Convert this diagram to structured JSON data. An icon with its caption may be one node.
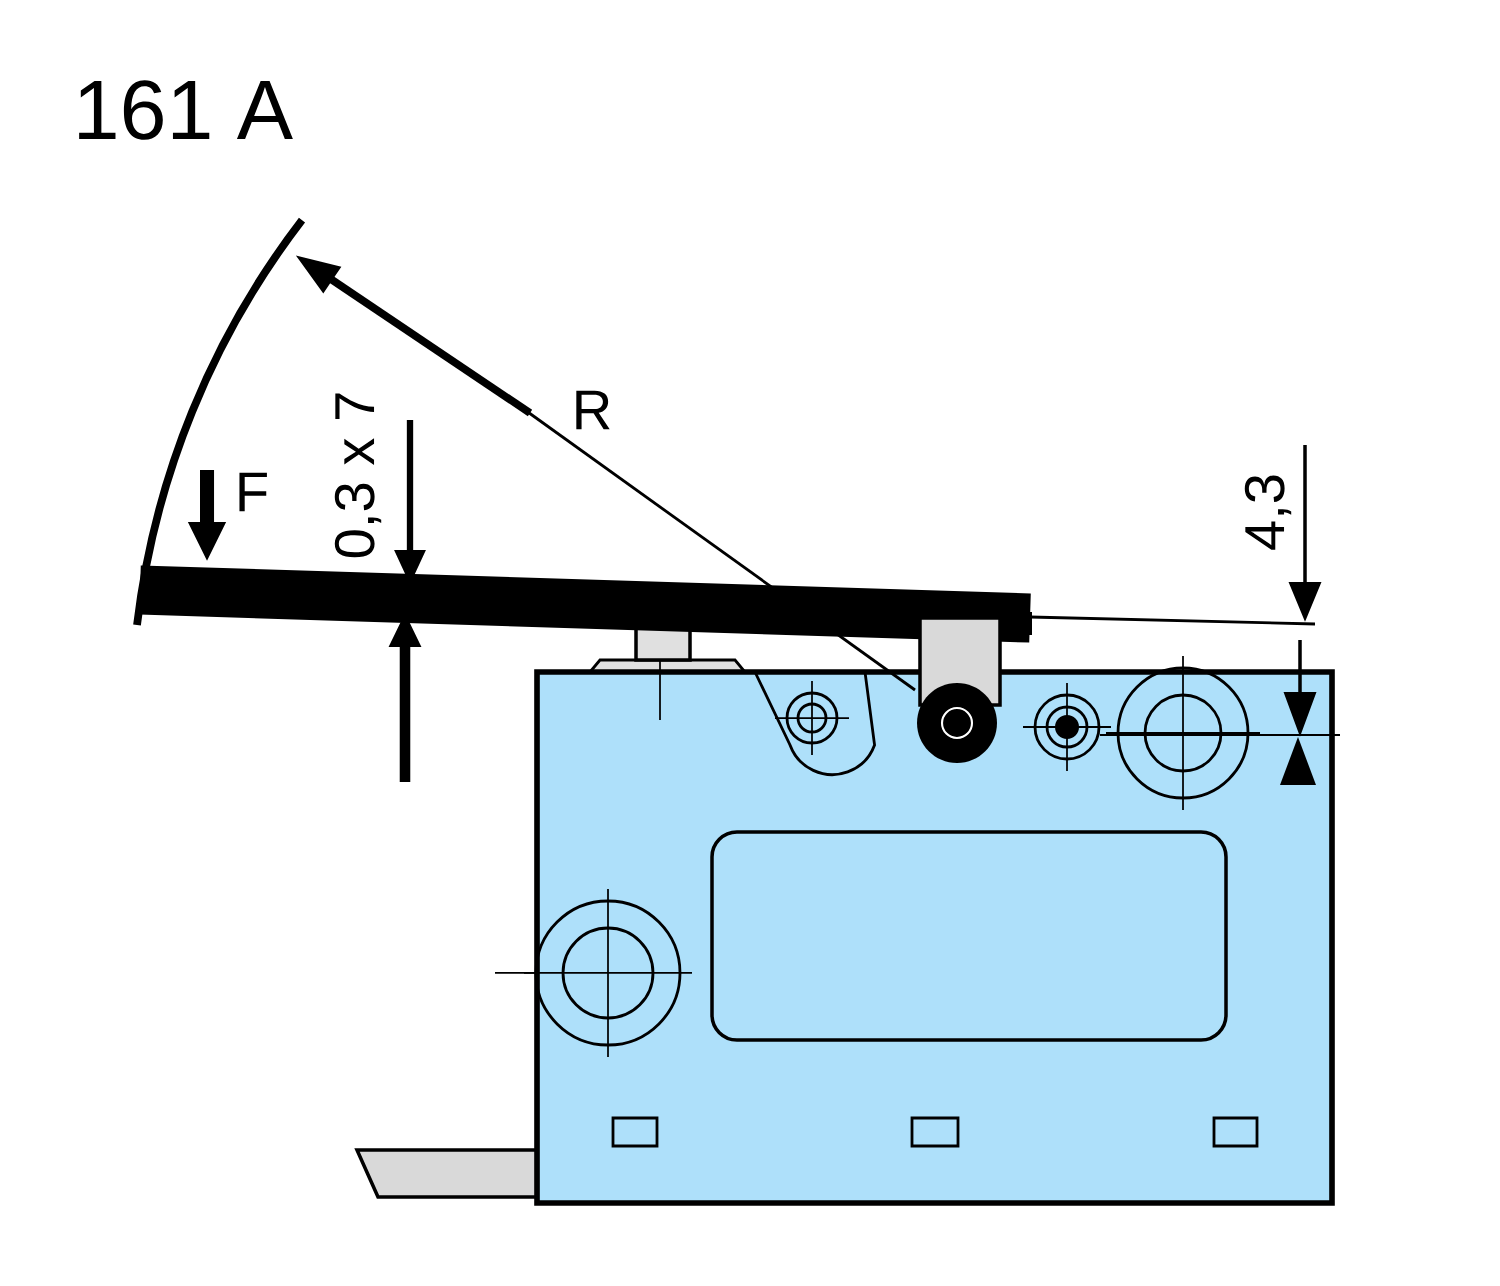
{
  "diagram": {
    "title": "161 A",
    "labels": [
      "0,3 x 7",
      "R",
      "4,3",
      "F"
    ]
  }
}
